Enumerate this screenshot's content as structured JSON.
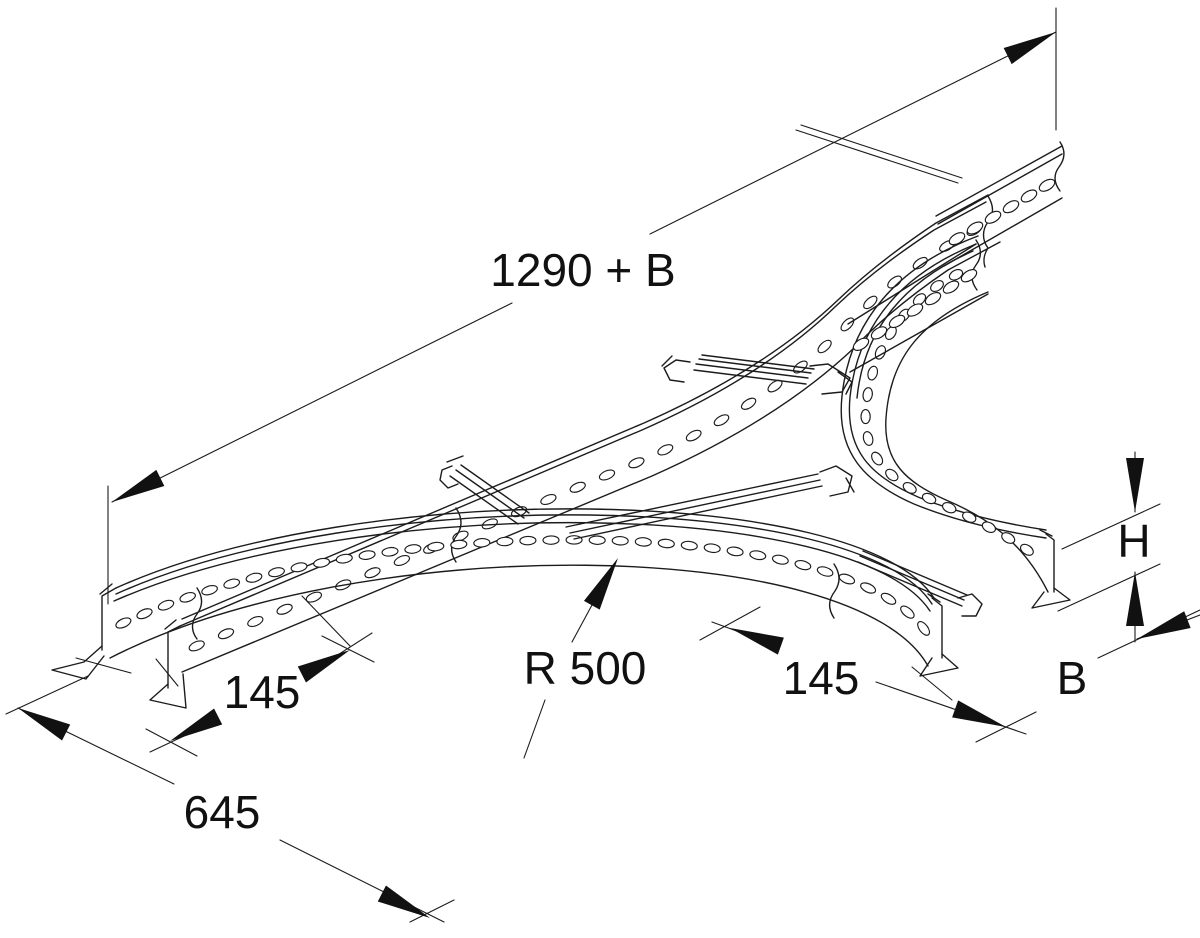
{
  "drawing": {
    "kind": "technical-line-drawing",
    "line_color": "#1c1c1c",
    "background": "#ffffff"
  },
  "dimensions": {
    "total_length": "1290 + B",
    "bend_radius": "R 500",
    "offset_left": "145",
    "offset_right": "145",
    "half_length": "645",
    "rail_height": "H",
    "branch_width": "B"
  }
}
